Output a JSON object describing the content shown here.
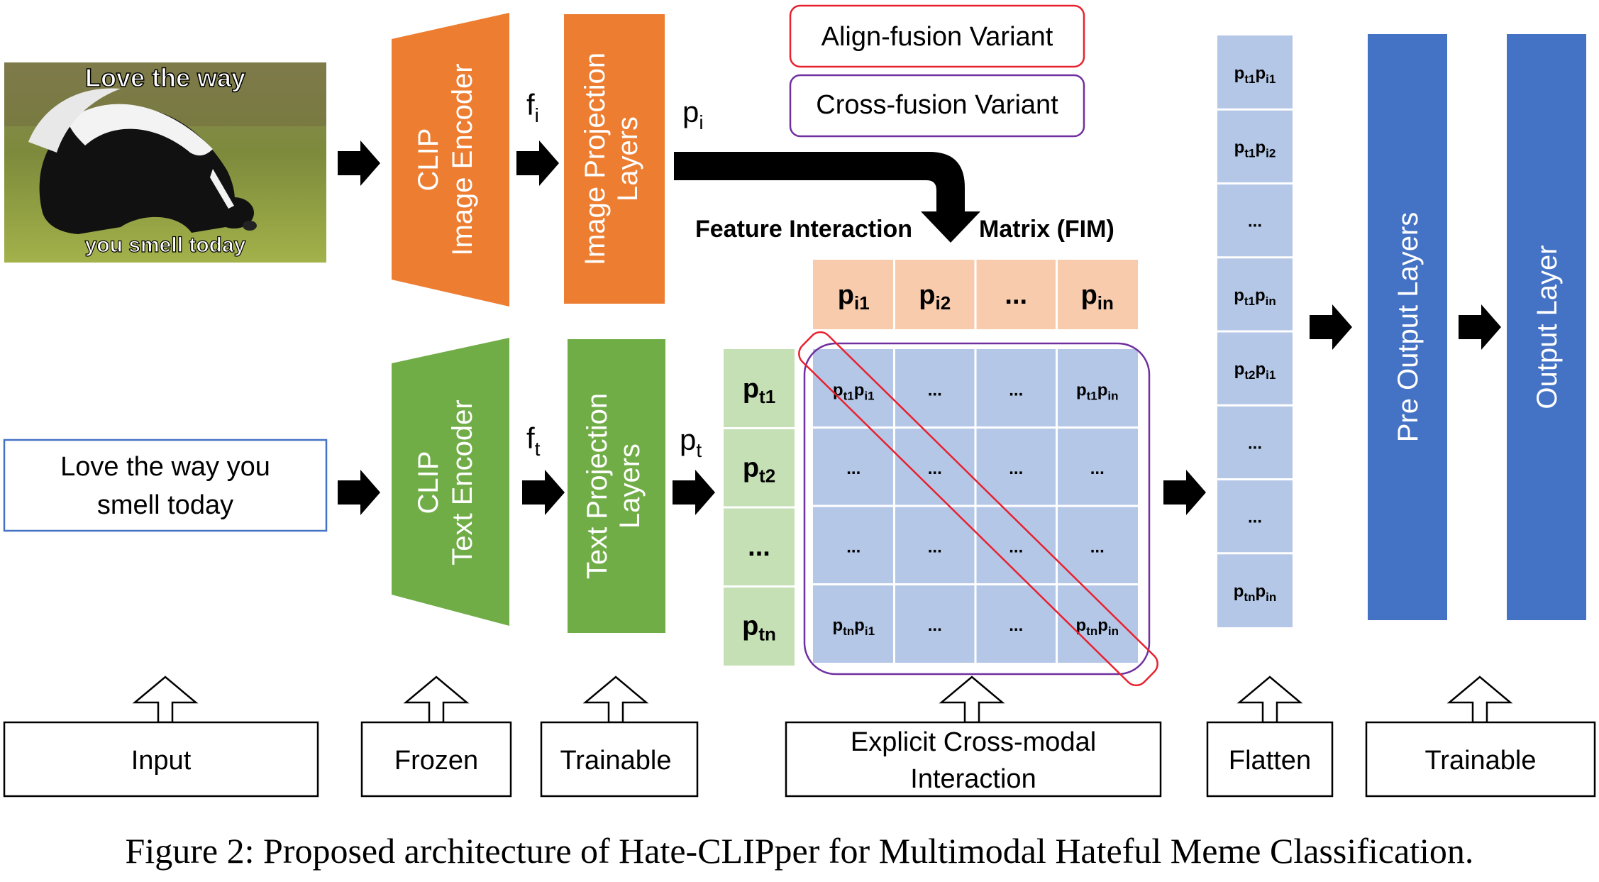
{
  "meme": {
    "top_text": "Love the way",
    "bottom_text": "you smell today"
  },
  "input_text": {
    "line1": "Love the way you",
    "line2": "smell today"
  },
  "image_encoder": {
    "line1": "CLIP",
    "line2": "Image Encoder"
  },
  "text_encoder": {
    "line1": "CLIP",
    "line2": "Text Encoder"
  },
  "image_proj": {
    "line1": "Image Projection",
    "line2": "Layers"
  },
  "text_proj": {
    "line1": "Text Projection",
    "line2": "Layers"
  },
  "vars": {
    "fi": "f",
    "fi_sub": "i",
    "pi": "p",
    "pi_sub": "i",
    "ft": "f",
    "ft_sub": "t",
    "pt": "p",
    "pt_sub": "t"
  },
  "variants": {
    "align": "Align-fusion Variant",
    "cross": "Cross-fusion Variant"
  },
  "fim": {
    "label_left": "Feature Interaction",
    "label_right": "Matrix (FIM)",
    "header": [
      {
        "b": "p",
        "s": "i1"
      },
      {
        "b": "p",
        "s": "i2"
      },
      {
        "b": "...",
        "s": ""
      },
      {
        "b": "p",
        "s": "in"
      }
    ],
    "side": [
      {
        "b": "p",
        "s": "t1"
      },
      {
        "b": "p",
        "s": "t2"
      },
      {
        "b": "...",
        "s": ""
      },
      {
        "b": "p",
        "s": "tn"
      }
    ],
    "cells": [
      [
        "pt1pi1",
        "...",
        "...",
        "pt1pin"
      ],
      [
        "...",
        "...",
        "...",
        "..."
      ],
      [
        "...",
        "...",
        "...",
        "..."
      ],
      [
        "ptnpi1",
        "...",
        "...",
        "ptnpin"
      ]
    ]
  },
  "flatten_vector": [
    "pt1pi1",
    "pt1pi2",
    "...",
    "pt1pin",
    "pt2pi1",
    "...",
    "...",
    "ptnpin"
  ],
  "pre_output": "Pre Output Layers",
  "output": "Output Layer",
  "bottom_labels": {
    "input": "Input",
    "frozen": "Frozen",
    "trainable1": "Trainable",
    "interaction_l1": "Explicit Cross-modal",
    "interaction_l2": "Interaction",
    "flatten": "Flatten",
    "trainable2": "Trainable"
  },
  "caption": "Figure 2: Proposed architecture of Hate-CLIPper for Multimodal Hateful Meme Classification.",
  "colors": {
    "orange": "#ED7D31",
    "green": "#70AD47",
    "blue": "#4472C4",
    "light_blue": "#B4C7E7",
    "light_orange": "#F8CBAD",
    "light_green": "#C5E0B4",
    "align_red": "#E8212E",
    "cross_purple": "#7030A0"
  }
}
